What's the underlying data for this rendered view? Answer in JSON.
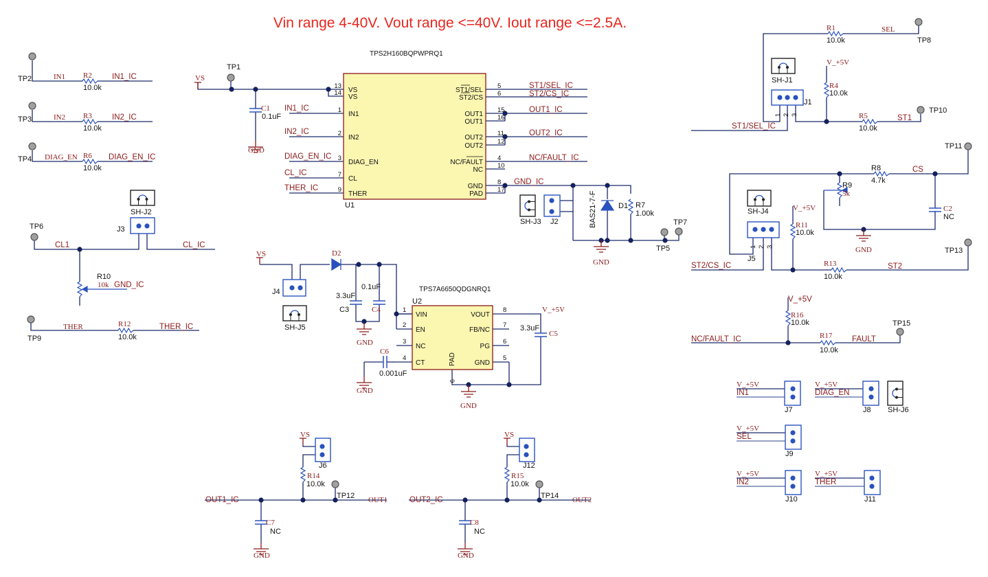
{
  "title": "Vin range 4-40V. Vout range <=40V. Iout range <=2.5A.",
  "colors": {
    "title": "#e8261e",
    "wire": "#1b2a6b",
    "component": "#2a52be",
    "net_label": "#8b1a1a",
    "ic_fill": "#fbf6b0",
    "ic_border": "#8b1a1a",
    "test_point": "#a0a0a0"
  },
  "u1": {
    "part": "TPS2H160BQPWPRQ1",
    "ref": "U1",
    "pins_left": [
      {
        "num": "13",
        "name": "VS"
      },
      {
        "num": "14",
        "name": "VS"
      },
      {
        "num": "1",
        "name": "IN1"
      },
      {
        "num": "2",
        "name": "IN2"
      },
      {
        "num": "3",
        "name": "DIAG_EN"
      },
      {
        "num": "7",
        "name": "CL"
      },
      {
        "num": "9",
        "name": "THER"
      }
    ],
    "pins_right": [
      {
        "num": "5",
        "name": "ST1/SEL"
      },
      {
        "num": "6",
        "name": "ST2/CS"
      },
      {
        "num": "15",
        "name": "OUT1"
      },
      {
        "num": "16",
        "name": "OUT1"
      },
      {
        "num": "11",
        "name": "OUT2"
      },
      {
        "num": "12",
        "name": "OUT2"
      },
      {
        "num": "4",
        "name": "NC/FAULT"
      },
      {
        "num": "10",
        "name": "NC"
      },
      {
        "num": "8",
        "name": "GND"
      },
      {
        "num": "17",
        "name": "PAD"
      }
    ]
  },
  "u2": {
    "part": "TPS7A6650QDGNRQ1",
    "ref": "U2",
    "pins_left": [
      {
        "num": "1",
        "name": "VIN"
      },
      {
        "num": "2",
        "name": "EN"
      },
      {
        "num": "3",
        "name": "NC"
      },
      {
        "num": "4",
        "name": "CT"
      }
    ],
    "pins_right": [
      {
        "num": "8",
        "name": "VOUT"
      },
      {
        "num": "7",
        "name": "FB/NC"
      },
      {
        "num": "6",
        "name": "PG"
      },
      {
        "num": "5",
        "name": "GND"
      }
    ],
    "pad": {
      "num": "9",
      "name": "PAD"
    }
  },
  "components": {
    "R1": {
      "ref": "R1",
      "value": "10.0k"
    },
    "R2": {
      "ref": "R2",
      "value": "10.0k"
    },
    "R3": {
      "ref": "R3",
      "value": "10.0k"
    },
    "R4": {
      "ref": "R4",
      "value": "10.0k"
    },
    "R5": {
      "ref": "R5",
      "value": "10.0k"
    },
    "R6": {
      "ref": "R6",
      "value": "10.0k"
    },
    "R7": {
      "ref": "R7",
      "value": "1.00k"
    },
    "R8": {
      "ref": "R8",
      "value": "4.7k"
    },
    "R9": {
      "ref": "R9",
      "value": "5k"
    },
    "R10": {
      "ref": "R10",
      "value": "10k"
    },
    "R11": {
      "ref": "R11",
      "value": "10.0k"
    },
    "R12": {
      "ref": "R12",
      "value": "10.0k"
    },
    "R13": {
      "ref": "R13",
      "value": "10.0k"
    },
    "R14": {
      "ref": "R14",
      "value": "10.0k"
    },
    "R15": {
      "ref": "R15",
      "value": "10.0k"
    },
    "R16": {
      "ref": "R16",
      "value": "10.0k"
    },
    "R17": {
      "ref": "R17",
      "value": "10.0k"
    },
    "C1": {
      "ref": "C1",
      "value": "0.1uF"
    },
    "C2": {
      "ref": "C2",
      "value": "NC"
    },
    "C3": {
      "ref": "C3",
      "value": "3.3uF"
    },
    "C4": {
      "ref": "C4",
      "value": "0.1uF"
    },
    "C5": {
      "ref": "C5",
      "value": "3.3uF"
    },
    "C6": {
      "ref": "C6",
      "value": "0.001uF"
    },
    "C7": {
      "ref": "C7",
      "value": "NC"
    },
    "C8": {
      "ref": "C8",
      "value": "NC"
    },
    "D1": {
      "ref": "D1",
      "value": "BAS21-7-F"
    },
    "D2": {
      "ref": "D2"
    }
  },
  "connectors": {
    "J1": "J1",
    "J2": "J2",
    "J3": "J3",
    "J4": "J4",
    "J5": "J5",
    "J6": "J6",
    "J7": "J7",
    "J8": "J8",
    "J9": "J9",
    "J10": "J10",
    "J11": "J11",
    "J12": "J12",
    "SH_J1": "SH-J1",
    "SH_J2": "SH-J2",
    "SH_J3": "SH-J3",
    "SH_J4": "SH-J4",
    "SH_J5": "SH-J5",
    "SH_J6": "SH-J6",
    "pin1": "1",
    "pin2": "2",
    "pin3": "3"
  },
  "test_points": {
    "TP1": "TP1",
    "TP2": "TP2",
    "TP3": "TP3",
    "TP4": "TP4",
    "TP5": "TP5",
    "TP6": "TP6",
    "TP7": "TP7",
    "TP8": "TP8",
    "TP9": "TP9",
    "TP10": "TP10",
    "TP11": "TP11",
    "TP12": "TP12",
    "TP13": "TP13",
    "TP14": "TP14",
    "TP15": "TP15"
  },
  "nets": {
    "VS": "VS",
    "GND": "GND",
    "V5": "V_+5V",
    "IN1": "IN1",
    "IN2": "IN2",
    "DIAG_EN": "DIAG_EN",
    "THER": "THER",
    "CL1": "CL1",
    "IN1_IC": "IN1_IC",
    "IN2_IC": "IN2_IC",
    "DIAG_EN_IC": "DIAG_EN_IC",
    "CL_IC": "CL_IC",
    "THER_IC": "THER_IC",
    "GND_IC": "GND_IC",
    "ST1_SEL_IC": "ST1/SEL_IC",
    "ST2_CS_IC": "ST2/CS_IC",
    "OUT1_IC": "OUT1_IC",
    "OUT2_IC": "OUT2_IC",
    "NC_FAULT_IC": "NC/FAULT_IC",
    "SEL": "SEL",
    "ST1": "ST1",
    "ST2": "ST2",
    "CS": "CS",
    "FAULT": "FAULT",
    "OUT1": "OUT1",
    "OUT2": "OUT2"
  }
}
